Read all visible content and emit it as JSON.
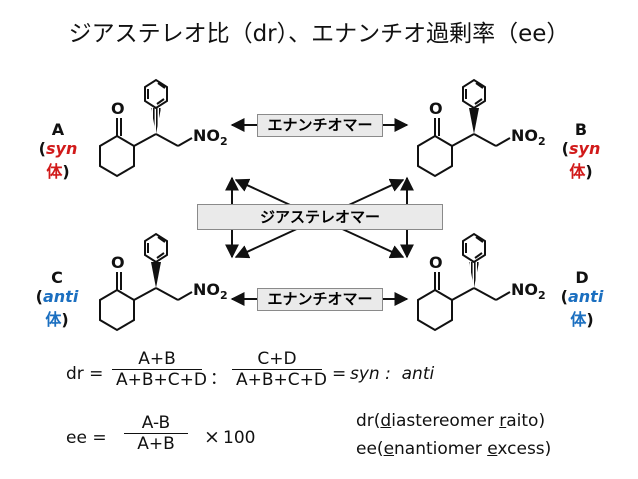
{
  "title": "ジアステレオ比（dr）、エナンチオ過剰率（ee）",
  "compounds": {
    "A": {
      "letter": "A",
      "open": "(",
      "kind": "syn",
      "suffix": "体",
      "close": ")"
    },
    "B": {
      "letter": "B",
      "open": "(",
      "kind": "syn",
      "suffix": "体",
      "close": ")"
    },
    "C": {
      "letter": "C",
      "open": "(",
      "kind": "anti",
      "suffix": "体",
      "close": ")"
    },
    "D": {
      "letter": "D",
      "open": "(",
      "kind": "anti",
      "suffix": "体",
      "close": ")"
    }
  },
  "atoms": {
    "oxygen": "O",
    "nitro": "NO",
    "nitro_sub": "2"
  },
  "relations": {
    "enantiomer_top": "エナンチオマー",
    "enantiomer_bottom": "エナンチオマー",
    "diastereomer": "ジアステレオマー"
  },
  "dr_formula": {
    "lhs": "dr =",
    "frac1_num": "A+B",
    "frac1_den": "A+B+C+D",
    "sep": "：",
    "frac2_num": "C+D",
    "frac2_den": "A+B+C+D",
    "eq": "=",
    "result": "syn :  anti"
  },
  "ee_formula": {
    "lhs": "ee =",
    "num": "A-B",
    "den": "A+B",
    "times": "×",
    "factor": "100"
  },
  "definitions": {
    "dr": {
      "pre": "dr(",
      "u1": "d",
      "mid1": "iastereomer ",
      "u2": "r",
      "mid2": "aito)"
    },
    "ee": {
      "pre": "ee(",
      "u1": "e",
      "mid1": "nantiomer ",
      "u2": "e",
      "mid2": "xcess)"
    }
  },
  "colors": {
    "syn": "#d11a1a",
    "anti": "#1b6fc0",
    "box_fill": "#eaeaea"
  }
}
